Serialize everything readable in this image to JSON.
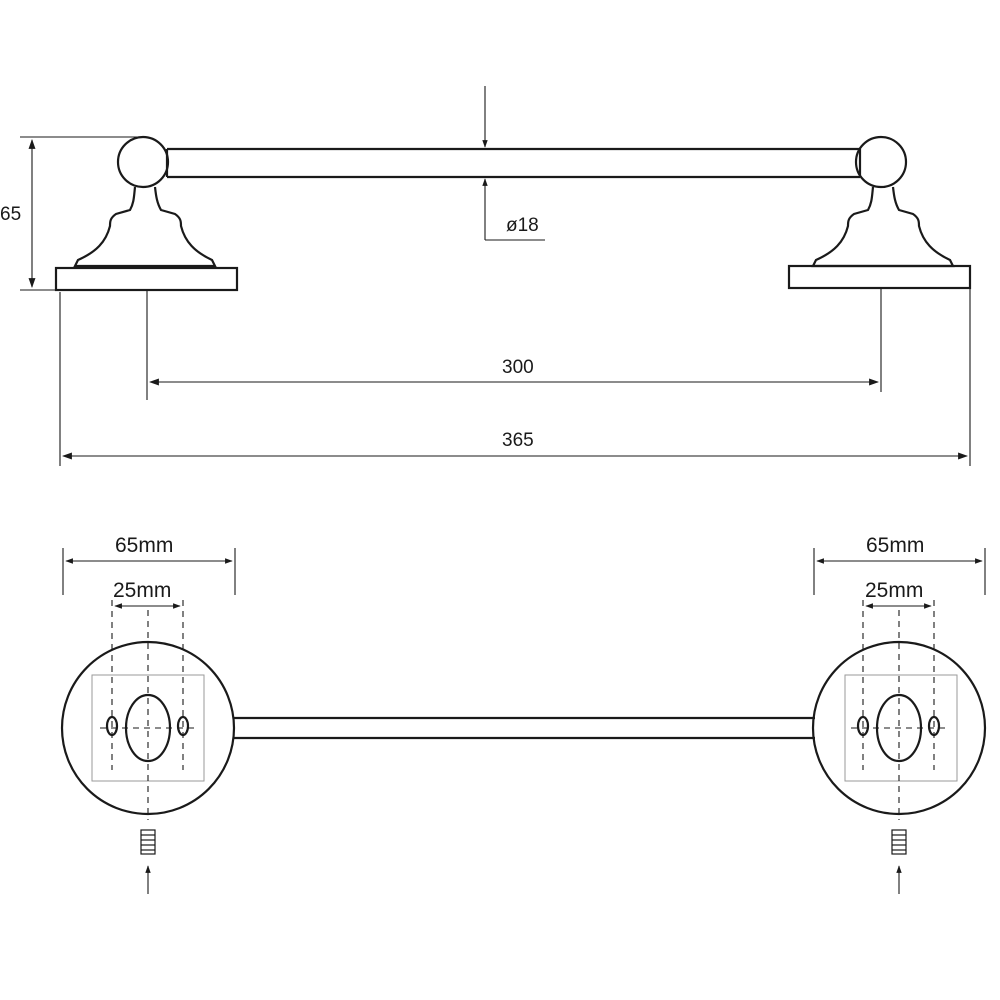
{
  "side_view": {
    "height_label": "65",
    "bar_diameter_label": "ø18",
    "centers_label": "300",
    "overall_length_label": "365"
  },
  "top_view": {
    "left_plate_width_label": "65mm",
    "left_hole_spacing_label": "25mm",
    "right_plate_width_label": "65mm",
    "right_hole_spacing_label": "25mm"
  }
}
